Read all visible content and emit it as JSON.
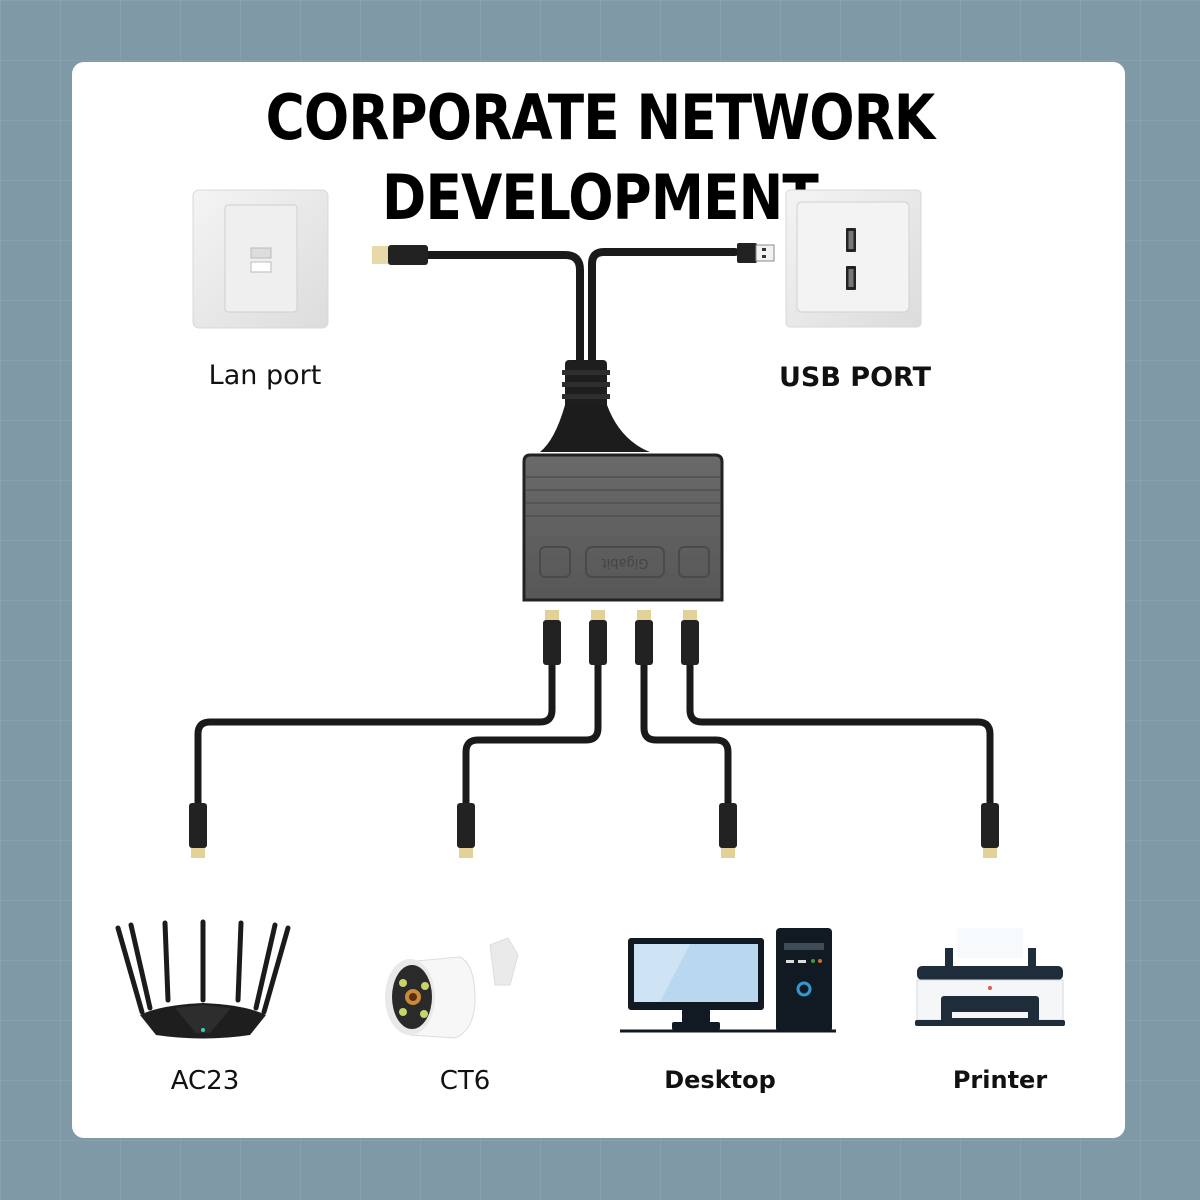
{
  "title": "CORPORATE NETWORK DEVELOPMENT",
  "inputs": {
    "lan_port": {
      "label": "Lan port",
      "icon": "ethernet-wall-socket-icon"
    },
    "usb_port": {
      "label": "USB PORT",
      "icon": "usb-wall-socket-icon"
    }
  },
  "hub": {
    "brand_text": "Gigabit",
    "port_count": 4
  },
  "devices": [
    {
      "label": "AC23",
      "icon": "router-icon"
    },
    {
      "label": "CT6",
      "icon": "security-camera-icon"
    },
    {
      "label": "Desktop",
      "icon": "desktop-computer-icon"
    },
    {
      "label": "Printer",
      "icon": "printer-icon"
    }
  ],
  "colors": {
    "background": "#7f99a7",
    "card": "#ffffff",
    "cable": "#1a1a1a",
    "hub_body": "#5f5f5f",
    "screen": "#b9d8ef",
    "accent_blue": "#2f9bd0"
  }
}
